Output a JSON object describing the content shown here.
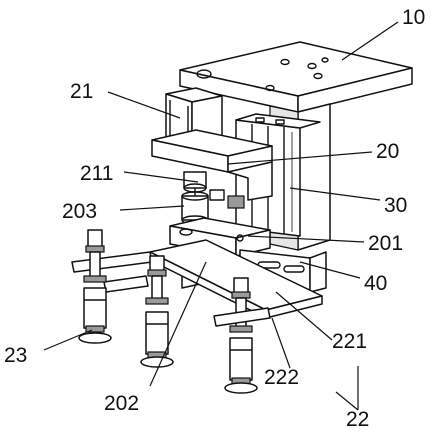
{
  "labels": {
    "l10": "10",
    "l21": "21",
    "l20": "20",
    "l211": "211",
    "l203": "203",
    "l30": "30",
    "l201": "201",
    "l40": "40",
    "l23": "23",
    "l221": "221",
    "l202": "202",
    "l222": "222",
    "l22": "22"
  }
}
